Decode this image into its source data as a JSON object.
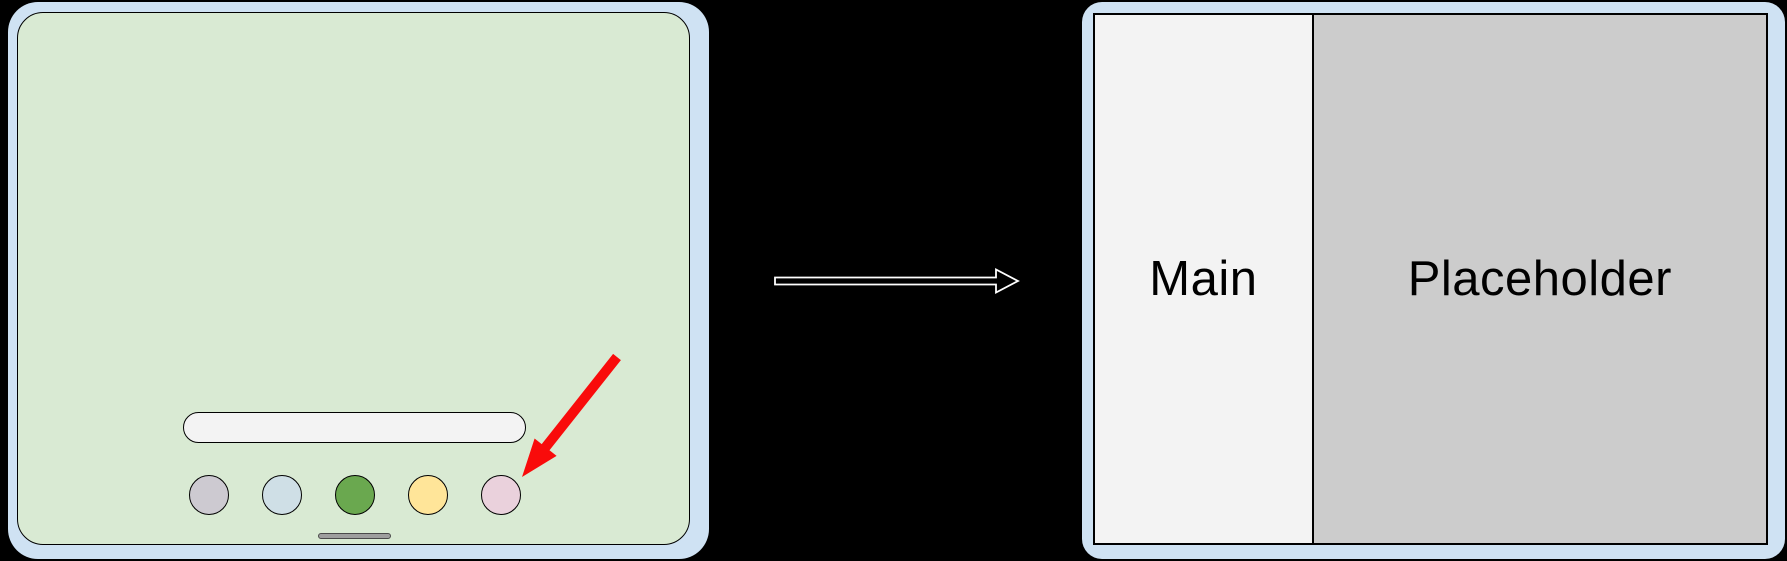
{
  "colors": {
    "background": "#000000",
    "device_frame": "#cfe2f3",
    "home_screen": "#d9ead3",
    "search_bar": "#f3f3f3",
    "home_indicator": "#9e9e9e",
    "tap_arrow": "#f90b0b",
    "flow_arrow_fill": "#000000",
    "flow_arrow_outline": "#ffffff"
  },
  "before_device": {
    "dock_icons": [
      {
        "name": "app-icon-1",
        "color": "#cdcad1"
      },
      {
        "name": "app-icon-2",
        "color": "#cfdfe6"
      },
      {
        "name": "app-icon-3",
        "color": "#6aa84f"
      },
      {
        "name": "app-icon-4",
        "color": "#ffe599"
      },
      {
        "name": "app-icon-5",
        "color": "#ead1dc"
      }
    ]
  },
  "after_device": {
    "panels": [
      {
        "label": "Main",
        "color": "#f3f3f3"
      },
      {
        "label": "Placeholder",
        "color": "#cccccc"
      }
    ]
  }
}
